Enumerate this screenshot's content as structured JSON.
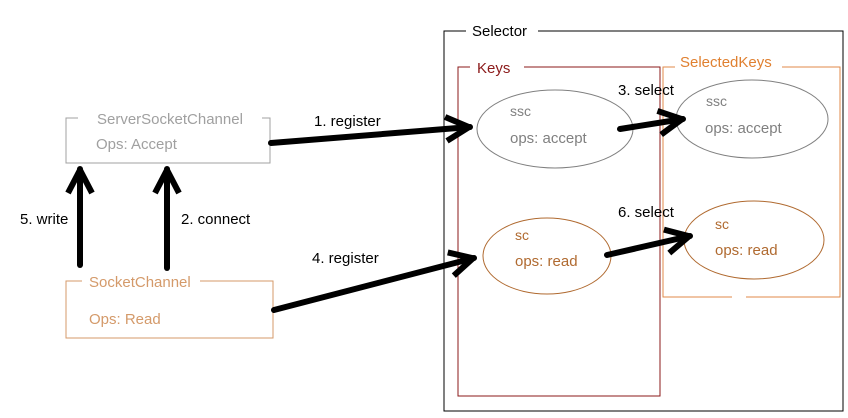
{
  "selector": {
    "title": "Selector"
  },
  "keys": {
    "title": "Keys",
    "ssc": {
      "name": "ssc",
      "ops": "ops: accept"
    },
    "sc": {
      "name": "sc",
      "ops": "ops: read"
    }
  },
  "selected_keys": {
    "title": "SelectedKeys",
    "ssc": {
      "name": "ssc",
      "ops": "ops: accept"
    },
    "sc": {
      "name": "sc",
      "ops": "ops: read"
    }
  },
  "server_socket_channel": {
    "title": "ServerSocketChannel",
    "ops": "Ops: Accept"
  },
  "socket_channel": {
    "title": "SocketChannel",
    "ops": "Ops: Read"
  },
  "arrows": {
    "register_1": "1. register",
    "connect_2": "2. connect",
    "select_3": "3. select",
    "register_4": "4. register",
    "write_5": "5. write",
    "select_6": "6. select"
  },
  "colors": {
    "selector_border": "#000000",
    "keys_border": "#8b1a1a",
    "keys_title": "#8b1a1a",
    "selected_border": "#e0894a",
    "selected_title": "#e08030",
    "ssc_node": "#808080",
    "sc_node": "#b06a30",
    "gray_box": "#a0a0a0",
    "orange_box": "#d49a6a",
    "arrow": "#000000"
  }
}
